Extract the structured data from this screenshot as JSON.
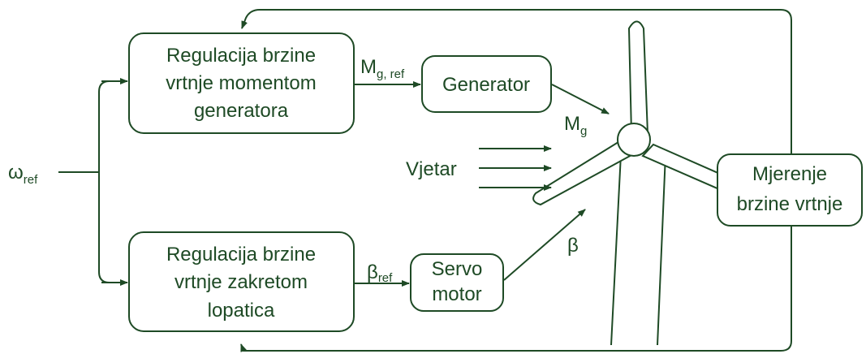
{
  "blocks": {
    "speed_torque": [
      "Regulacija brzine",
      "vrtnje momentom",
      "generatora"
    ],
    "speed_pitch": [
      "Regulacija brzine",
      "vrtnje zakretom",
      "lopatica"
    ],
    "generator": "Generator",
    "servo": [
      "Servo",
      "motor"
    ],
    "measurement": [
      "Mjerenje",
      "brzine vrtnje"
    ]
  },
  "labels": {
    "omega_main": "ω",
    "omega_sub": "ref",
    "mg_ref_main": "M",
    "mg_ref_sub": "g, ref",
    "mg_main": "M",
    "mg_sub": "g",
    "beta_ref_main": "β",
    "beta_ref_sub": "ref",
    "beta": "β",
    "wind": "Vjetar"
  },
  "colors": {
    "stroke": "#1e4a25",
    "fill": "#ffffff"
  }
}
